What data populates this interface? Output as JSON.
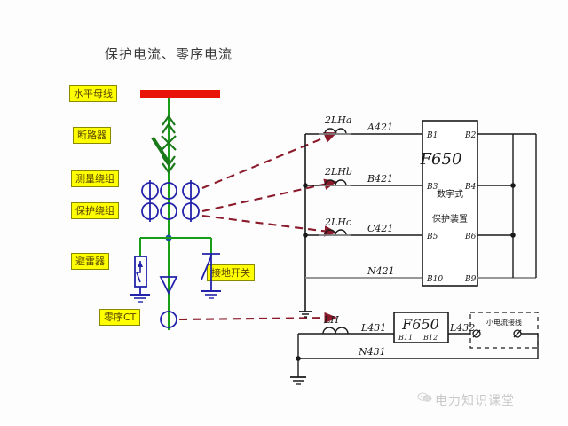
{
  "title": "保护电流、零序电流",
  "left_panel": {
    "labels": [
      {
        "id": "bus",
        "text": "水平母线"
      },
      {
        "id": "breaker",
        "text": "断路器"
      },
      {
        "id": "meas_wind",
        "text": "测量绕组"
      },
      {
        "id": "prot_wind",
        "text": "保护绕组"
      },
      {
        "id": "arrester",
        "text": "避雷器"
      },
      {
        "id": "earth_sw",
        "text": "接地开关"
      },
      {
        "id": "zero_ct",
        "text": "零序CT"
      }
    ]
  },
  "right_panel": {
    "ct_labels": [
      "2LHa",
      "2LHb",
      "2LHc"
    ],
    "phase_wires": [
      "A421",
      "B421",
      "C421",
      "N421"
    ],
    "device": {
      "name": "F650",
      "line1": "数字式",
      "line2": "保护装置",
      "terminals_left": [
        "B1",
        "B3",
        "B5",
        "B10"
      ],
      "terminals_right": [
        "B2",
        "B4",
        "B6",
        "B9"
      ]
    }
  },
  "bottom_panel": {
    "ct_label": "LH",
    "wires": [
      "L431",
      "L432",
      "N431"
    ],
    "device": {
      "name": "F650",
      "terminals": [
        "B11",
        "B12"
      ]
    },
    "small_current_box": "小电流接线"
  },
  "watermark": {
    "text": "电力知识课堂",
    "icon": "chat-bubble-icon"
  },
  "colors": {
    "bus_red": "#e8140a",
    "wire_green": "#1a9e1a",
    "symbol_blue": "#2222aa",
    "dashed_red": "#8b1a2b",
    "tag_yellow": "#ffff00",
    "black": "#111111"
  }
}
